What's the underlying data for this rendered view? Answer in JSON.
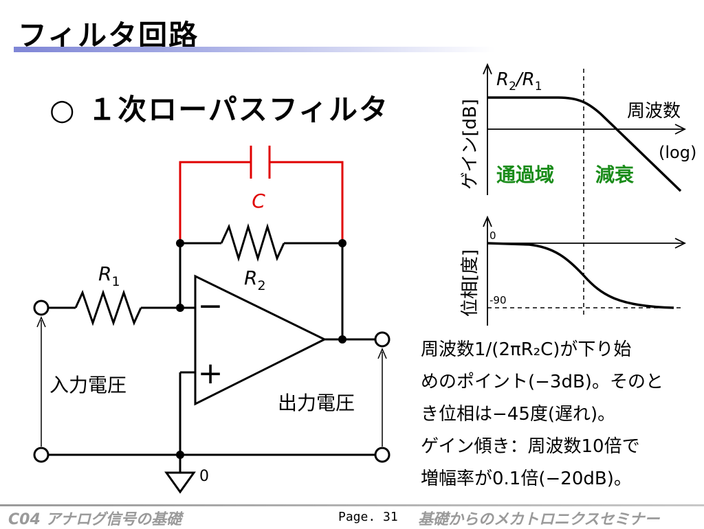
{
  "title": "フィルタ回路",
  "subtitle": "○ １次ローパスフィルタ",
  "circuit": {
    "capacitor_label": "C",
    "r1_label": "R",
    "r1_sub": "1",
    "r2_label": "R",
    "r2_sub": "2",
    "minus_sign": "−",
    "plus_sign": "+",
    "input_label": "入力電圧",
    "output_label": "出力電圧",
    "ground_label": "0",
    "colors": {
      "feedback_capacitor": "#e00000",
      "wires": "#000000"
    }
  },
  "gain_graph": {
    "y_label": "ゲイン[dB]",
    "flat_label_r2": "R",
    "flat_label_r2_sub": "2",
    "flat_label_slash": "/",
    "flat_label_r1": "R",
    "flat_label_r1_sub": "1",
    "x_label": "周波数",
    "x_scale": "(log)",
    "passband": "通過域",
    "stopband": "減衰",
    "region_color": "#1a8c1a"
  },
  "phase_graph": {
    "y_label": "位相[度]",
    "tick_top": "0",
    "tick_bottom": "-90"
  },
  "notes": [
    "周波数1/(2πR₂C)が下り始",
    "めのポイント(−3dB)。そのと",
    "き位相は−45度(遅れ)。",
    "ゲイン傾き：周波数10倍で",
    "増幅率が0.1倍(−20dB)。"
  ],
  "footer": {
    "left": "C04 アナログ信号の基礎",
    "page": "Page. 31",
    "right": "基礎からのメカトロニクスセミナー"
  }
}
